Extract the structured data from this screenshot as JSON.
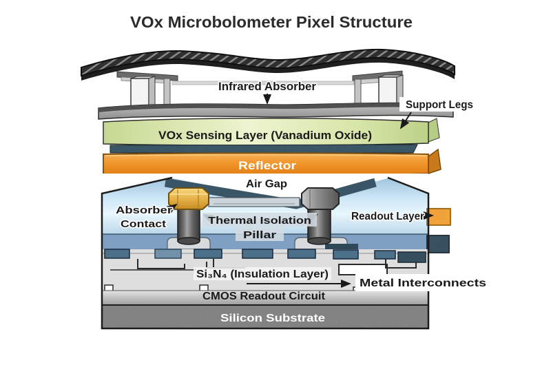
{
  "title": "VOx Microbolometer Pixel Structure",
  "labels": {
    "infrared_absorber": "Infrared Absorber",
    "support_legs": "Support Legs",
    "vox_sensing_layer": "VOx Sensing Layer (Vanadium Oxide)",
    "reflector": "Reflector",
    "air_gap": "Air Gap",
    "absorber_contact": {
      "line1": "Absorber",
      "line2": "Contact"
    },
    "thermal_isolation_pillar": {
      "line1": "Thermal Isolation",
      "line2": "Pillar"
    },
    "readout_layer": "Readout Layer",
    "insulation_layer": "Si₃N₄ (Insulation Layer)",
    "metal_interconnects": "Metal Interconnects",
    "cmos_readout_circuit": "CMOS Readout Circuit",
    "silicon_substrate": "Silicon Substrate"
  },
  "colors": {
    "vox_green": "#dfeab2",
    "teal_layer": "#2e4d5e",
    "reflector_orange": "#f0982e",
    "reflector_bevel": "#c9791a",
    "readout_blue": "#bcdaec",
    "band_blue": "#7fa0c2",
    "air_gap_shadow": "#3a5565",
    "interconnect_navy": "#4c7089",
    "interconnect_dark": "#2e4858",
    "insulation_gray": "#dedede",
    "cmos_gray": "#c0c0c0",
    "substrate_gray": "#7b7b7b",
    "absorber_plate_gray": "#a9a9a9",
    "contact_gold": "#e6b14a",
    "hatch_dark": "#2f2f2f"
  }
}
